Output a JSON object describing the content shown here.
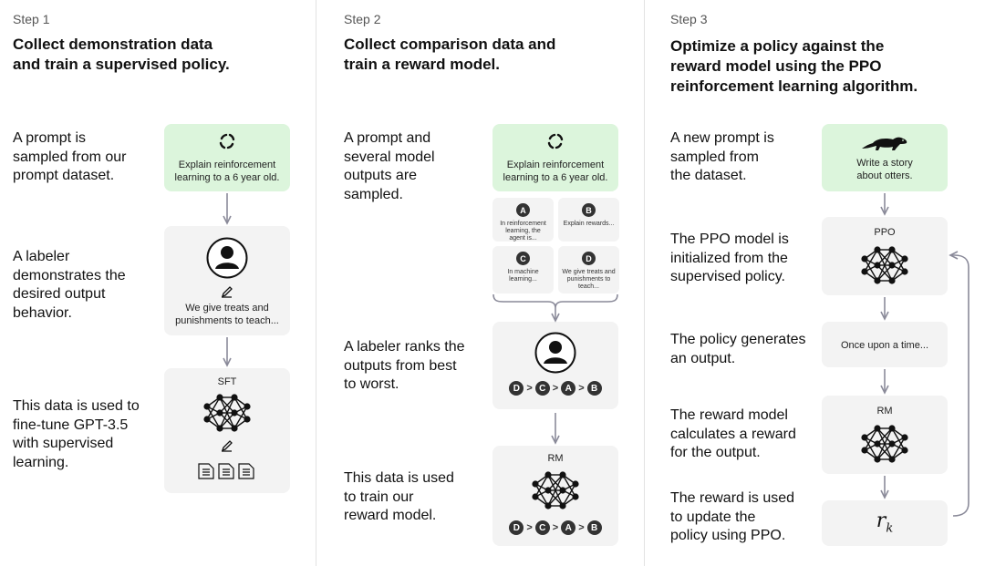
{
  "colors": {
    "prompt_box": "#dcf5dc",
    "gray_box": "#f3f3f3",
    "arrow": "#8a8a99",
    "badge": "#333333"
  },
  "step1": {
    "label": "Step 1",
    "title_line1": "Collect demonstration data",
    "title_line2": "and train a supervised policy.",
    "desc1": [
      "A prompt is",
      "sampled from our",
      "prompt dataset."
    ],
    "desc2": [
      "A labeler",
      "demonstrates the",
      "desired output",
      "behavior."
    ],
    "desc3": [
      "This data is used to",
      "fine-tune GPT-3.5",
      "with supervised",
      "learning."
    ],
    "prompt_line1": "Explain reinforcement",
    "prompt_line2": "learning to a 6 year old.",
    "demo_line1": "We give treats and",
    "demo_line2": "punishments to teach...",
    "model_label": "SFT",
    "icons": [
      "recycle-arrows-icon",
      "person-icon",
      "pencil-icon",
      "neural-network-icon",
      "document-icon"
    ]
  },
  "step2": {
    "label": "Step 2",
    "title_line1": "Collect comparison data and",
    "title_line2": "train a reward model.",
    "desc1": [
      "A prompt and",
      "several model",
      "outputs are",
      "sampled."
    ],
    "desc2": [
      "A labeler ranks the",
      "outputs from best",
      "to worst."
    ],
    "desc3": [
      "This data is used",
      "to train our",
      "reward model."
    ],
    "prompt_line1": "Explain reinforcement",
    "prompt_line2": "learning to a 6 year old.",
    "outputs": [
      {
        "badge": "A",
        "lines": [
          "In reinforcement",
          "learning, the",
          "agent is..."
        ]
      },
      {
        "badge": "B",
        "lines": [
          "Explain rewards..."
        ]
      },
      {
        "badge": "C",
        "lines": [
          "In machine",
          "learning..."
        ]
      },
      {
        "badge": "D",
        "lines": [
          "We give treats and",
          "punishments to",
          "teach..."
        ]
      }
    ],
    "ranking": [
      "D",
      "C",
      "A",
      "B"
    ],
    "ranking_sep": ">",
    "model_label": "RM"
  },
  "step3": {
    "label": "Step 3",
    "title_line1": "Optimize a policy against the",
    "title_line2": "reward model using the PPO",
    "title_line3": "reinforcement learning algorithm.",
    "desc1": [
      "A new prompt is",
      "sampled from",
      "the dataset."
    ],
    "desc2": [
      "The PPO model is",
      "initialized from the",
      "supervised policy."
    ],
    "desc3": [
      "The policy generates",
      "an output."
    ],
    "desc4": [
      "The reward model",
      "calculates a reward",
      "for the output."
    ],
    "desc5": [
      "The reward is used",
      "to update the",
      "policy using PPO."
    ],
    "prompt_line1": "Write a story",
    "prompt_line2": "about otters.",
    "ppo_label": "PPO",
    "output_text": "Once upon a time...",
    "rm_label": "RM",
    "reward_symbol": "r",
    "reward_subscript": "k",
    "icons": [
      "otter-icon",
      "neural-network-icon"
    ]
  }
}
